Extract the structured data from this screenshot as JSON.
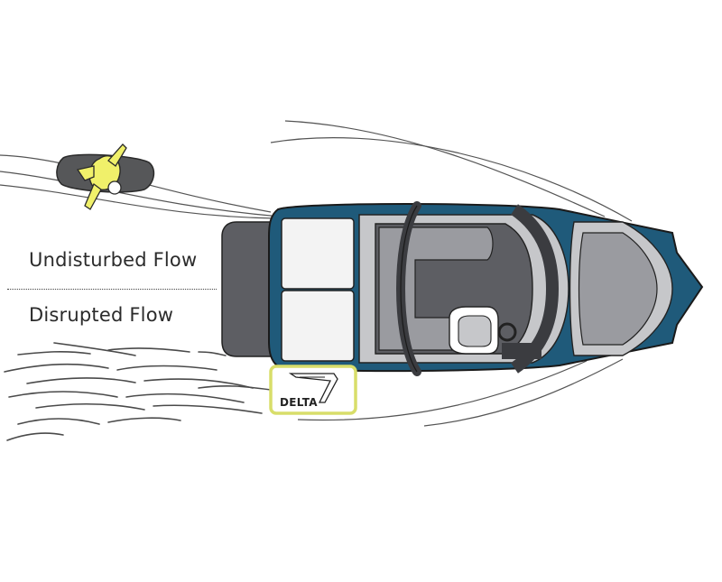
{
  "labels": {
    "undisturbed": "Undisturbed Flow",
    "disrupted": "Disrupted Flow",
    "delta": "DELTA"
  },
  "colors": {
    "hull": "#1f5a7a",
    "rider": "#f0f06a",
    "delta_box": "#d8de6a",
    "deck_dark": "#5d5e63",
    "deck_light": "#9a9ba0",
    "pad_white": "#f3f3f3",
    "line": "#3a3a3a"
  },
  "icons": {
    "rider": "wakeboarder-icon",
    "boat": "boat-icon",
    "delta": "delta-device-icon"
  }
}
